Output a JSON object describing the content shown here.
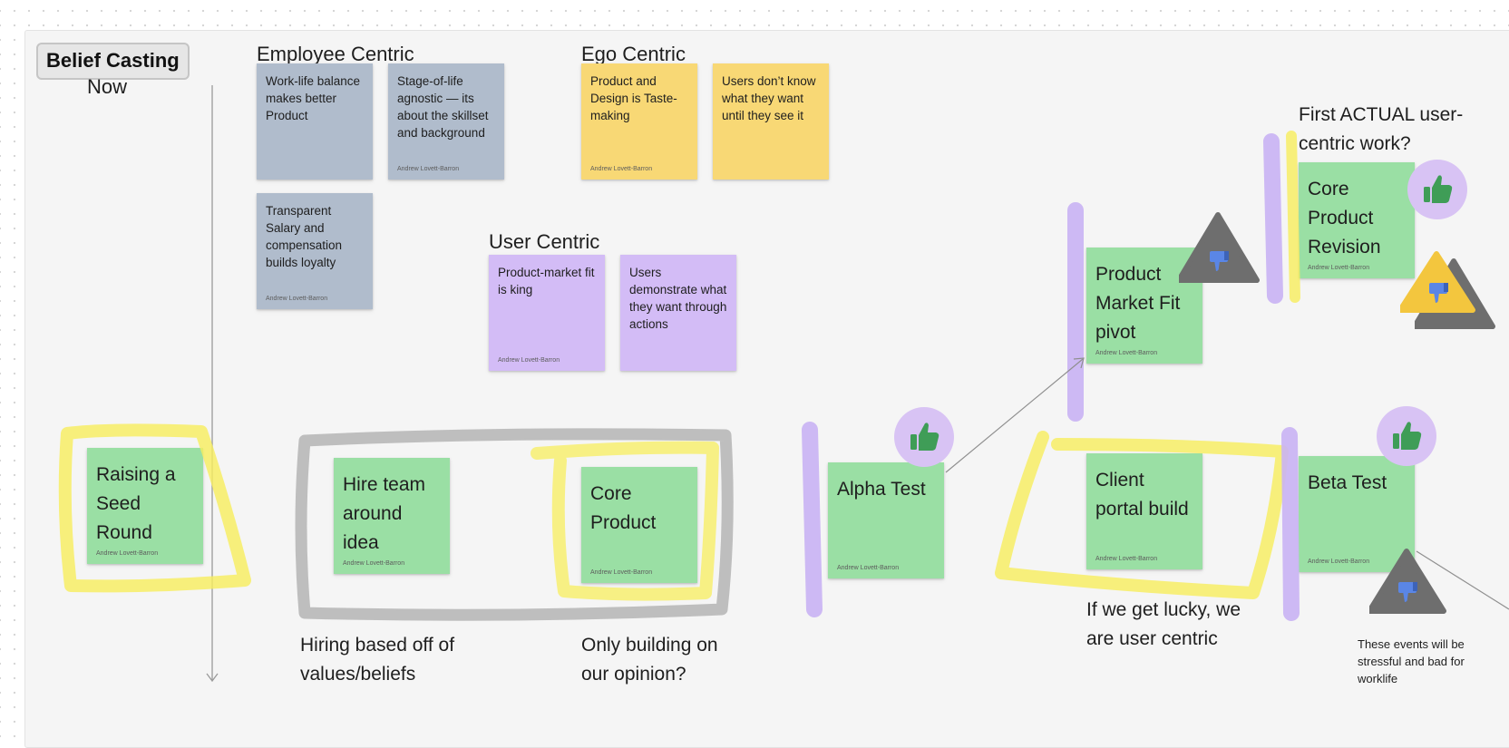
{
  "board": {
    "title": "Belief Casting",
    "now_label": "Now"
  },
  "groups": {
    "employee": "Employee Centric",
    "ego": "Ego Centric",
    "user": "User Centric"
  },
  "stickies": {
    "worklife": {
      "text": "Work-life balance makes better Product",
      "author": ""
    },
    "stage": {
      "text": "Stage-of-life agnostic — its about the skillset and background",
      "author": "Andrew Lovett-Barron"
    },
    "salary": {
      "text": "Transparent Salary and compensation builds loyalty",
      "author": "Andrew Lovett-Barron"
    },
    "taste": {
      "text": "Product and Design is Taste-making",
      "author": "Andrew Lovett-Barron"
    },
    "users_dont": {
      "text": "Users don’t know what they want until they see it",
      "author": ""
    },
    "pmf_king": {
      "text": "Product-market fit is king",
      "author": "Andrew Lovett-Barron"
    },
    "demonstrate": {
      "text": "Users demonstrate what they want through actions",
      "author": ""
    },
    "seed": {
      "text": "Raising a Seed Round",
      "author": "Andrew Lovett-Barron"
    },
    "hire": {
      "text": "Hire team around idea",
      "author": "Andrew Lovett-Barron"
    },
    "core": {
      "text": "Core Product",
      "author": "Andrew Lovett-Barron"
    },
    "alpha": {
      "text": "Alpha Test",
      "author": "Andrew Lovett-Barron"
    },
    "pmf_pivot": {
      "text": "Product Market Fit pivot",
      "author": "Andrew Lovett-Barron"
    },
    "client": {
      "text": "Client portal build",
      "author": "Andrew Lovett-Barron"
    },
    "revision": {
      "text": "Core Product Revision",
      "author": "Andrew Lovett-Barron"
    },
    "beta": {
      "text": "Beta Test",
      "author": "Andrew Lovett-Barron"
    }
  },
  "annotations": {
    "hiring": "Hiring based off of values/beliefs",
    "opinion": "Only building on our opinion?",
    "lucky": "If we get lucky, we are user centric",
    "first_actual": "First ACTUAL user-centric work?",
    "stressful": "These events will be stressful and bad for worklife"
  },
  "reactions": {
    "thumbs_up": "thumbs-up",
    "thumbs_down": "thumbs-down"
  },
  "colors": {
    "sticky_grey": "#b0bccc",
    "sticky_yellow": "#f8d875",
    "sticky_purple": "#d3bcf6",
    "sticky_green": "#9adfa4",
    "highlight_yellow": "#f7ee5d",
    "highlight_purple": "#c9b2f4",
    "marker_grey": "#b8b8b8",
    "thumb_green": "#3f9d57",
    "thumb_blue": "#5a86e6"
  }
}
